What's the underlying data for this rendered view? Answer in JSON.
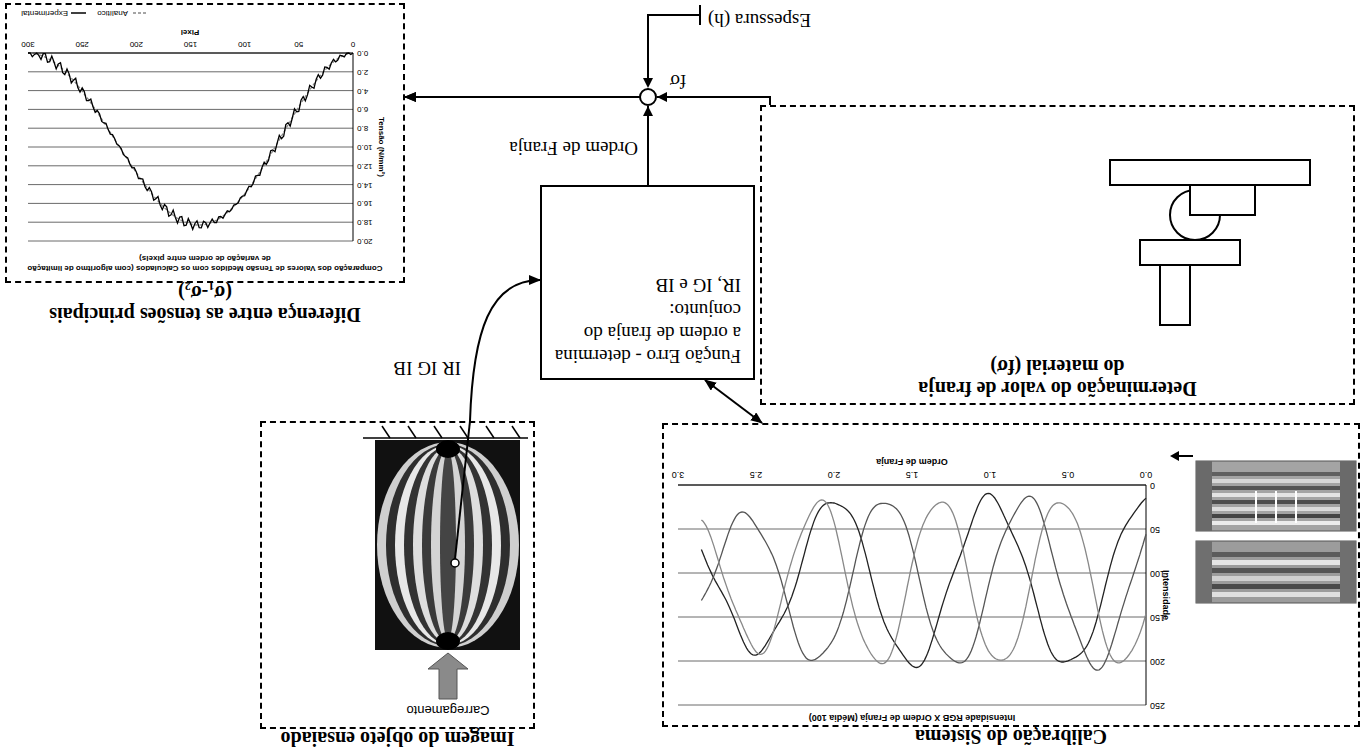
{
  "diagram": {
    "nodes": [
      {
        "text": [
          "Calibração do Sistema"
        ]
      },
      {
        "text": [
          "Imagem do objeto ensaiado"
        ]
      },
      {
        "text": [
          "Determinação do valor de franja do material (fσ)"
        ]
      },
      {
        "text": [
          "Função Erro - determina a ordem de franja do conjunto:",
          "IR, IG e IB"
        ]
      },
      {
        "text": [
          "Diferença entre as tensões principais (σ₁-σ₂)"
        ]
      }
    ],
    "edges": [
      {
        "from": 0,
        "to": 3,
        "arrow": "both"
      },
      {
        "from": 1,
        "to": 3,
        "label": "IR IG IB",
        "arrow": "to"
      },
      {
        "from": 3,
        "to": 4,
        "label": "Ordem de Franja",
        "arrow": "to"
      },
      {
        "from": 2,
        "to": 4,
        "label": "fσ",
        "arrow": "to"
      }
    ],
    "labels": [
      "Carregamento",
      "Intensidade RGB X Ordem de Franja (Média 100)",
      "Intensidade",
      "250",
      "200",
      "150",
      "100",
      "50",
      "0",
      "0.0",
      "0.5",
      "1.0",
      "1.5",
      "2.0",
      "2.5",
      "3.0",
      "Ordem de Franja",
      "Espessura (h)",
      "Comparação dos Valores de Tensão Medidos com os Calculados (com algoritmo de limitação de variação de ordem entre pixels)",
      "Tensão (N/mm²)",
      "20.0",
      "18.0",
      "16.0",
      "14.0",
      "12.0",
      "10.0",
      "8.0",
      "6.0",
      "4.0",
      "2.0",
      "0.0",
      "0",
      "50",
      "100",
      "150",
      "200",
      "250",
      "300",
      "Pixel"
    ],
    "legend": [
      {
        "text": "Analítico"
      },
      {
        "text": "Experimental"
      }
    ]
  }
}
